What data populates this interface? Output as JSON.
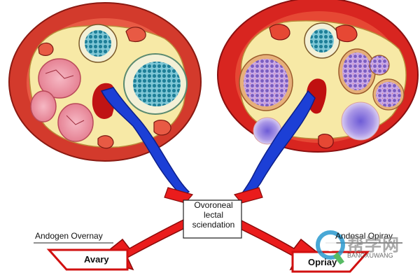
{
  "center_label": {
    "line1": "Ovoroneal",
    "line2": "lectal",
    "line3": "sciendation"
  },
  "left_caption": "Andogen Overnay",
  "left_box_label": "Avary",
  "right_caption": "Andosal Opiray",
  "right_box_label": "Opriay",
  "watermark": {
    "text": "帮学网",
    "sub": "BANGXUWANG"
  },
  "colors": {
    "outer_red": "#d33a2c",
    "flesh_yellow": "#f7e9a6",
    "vessel_blue": "#1c3fd6",
    "arrow_red": "#ea1c1c",
    "follicle_teal": "#2a8aa0",
    "follicle_purple": "#8a63c8"
  }
}
